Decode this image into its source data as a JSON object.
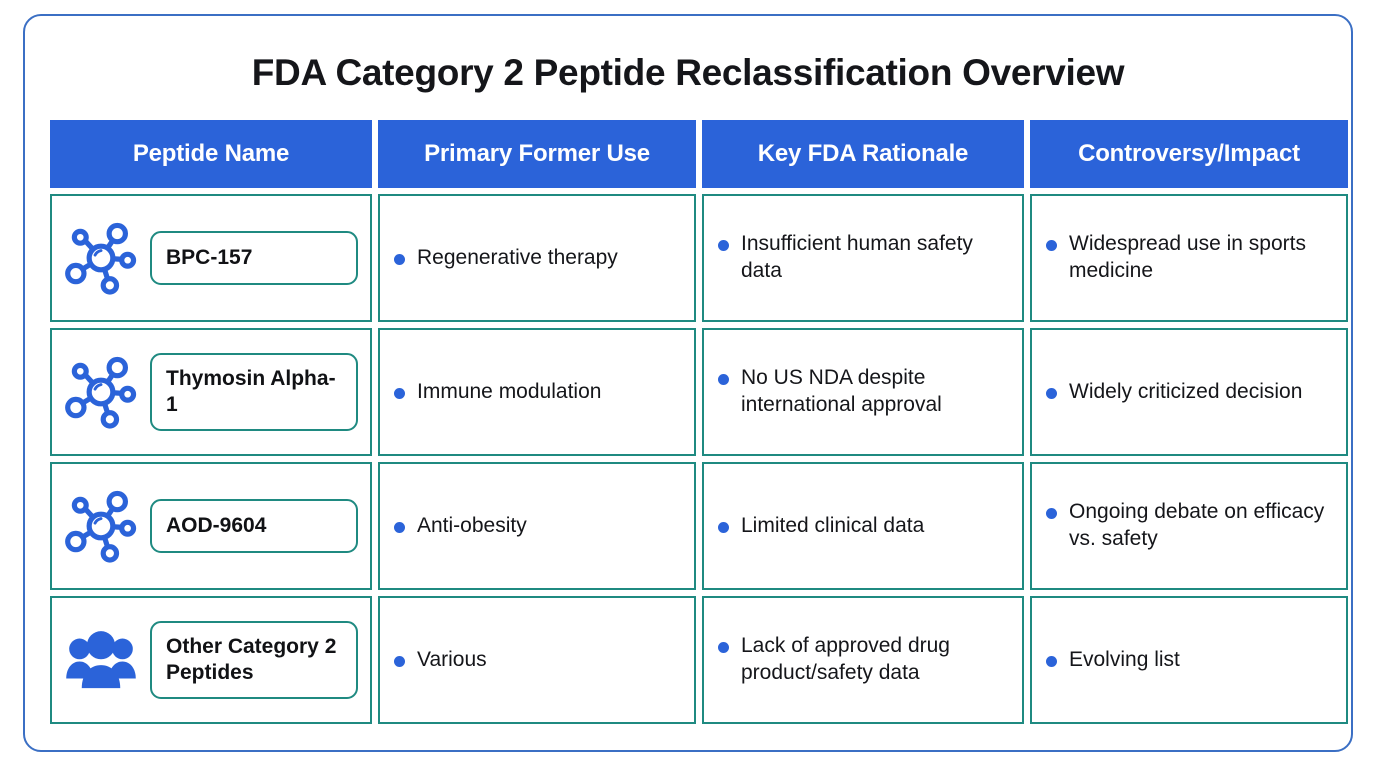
{
  "page": {
    "title": "FDA Category 2 Peptide Reclassification Overview",
    "accent_blue": "#2b63d9",
    "accent_teal": "#1f8a81",
    "frame_border": "#3b6fc4"
  },
  "table": {
    "headers": [
      "Peptide Name",
      "Primary Former Use",
      "Key FDA Rationale",
      "Controversy/Impact"
    ],
    "rows": [
      {
        "icon": "molecule-icon",
        "name": "BPC-157",
        "former_use": "Regenerative therapy",
        "rationale": "Insufficient human safety data",
        "controversy": "Widespread use in sports medicine"
      },
      {
        "icon": "molecule-icon",
        "name": "Thymosin Alpha-1",
        "former_use": "Immune modulation",
        "rationale": "No US NDA despite international approval",
        "controversy": "Widely criticized decision"
      },
      {
        "icon": "molecule-icon",
        "name": "AOD-9604",
        "former_use": "Anti-obesity",
        "rationale": "Limited clinical data",
        "controversy": "Ongoing debate on efficacy vs. safety"
      },
      {
        "icon": "people-group-icon",
        "name": "Other Category 2 Peptides",
        "former_use": "Various",
        "rationale": "Lack of approved drug product/safety data",
        "controversy": "Evolving list"
      }
    ]
  }
}
